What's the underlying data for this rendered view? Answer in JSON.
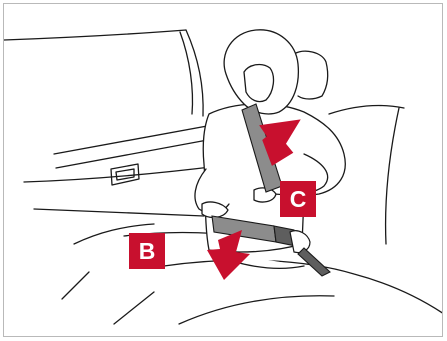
{
  "figure": {
    "callouts": [
      {
        "id": "B",
        "label": "B",
        "meaning": "pull-belt-down-arrow"
      },
      {
        "id": "C",
        "label": "C",
        "meaning": "pull-belt-up-arrow"
      }
    ],
    "colors": {
      "accent": "#c8102e",
      "belt": "#8c8c8c",
      "belt_dark": "#5e5e5e",
      "line": "#1a1a1a",
      "frame": "#b9b9b9",
      "background": "#ffffff"
    }
  }
}
